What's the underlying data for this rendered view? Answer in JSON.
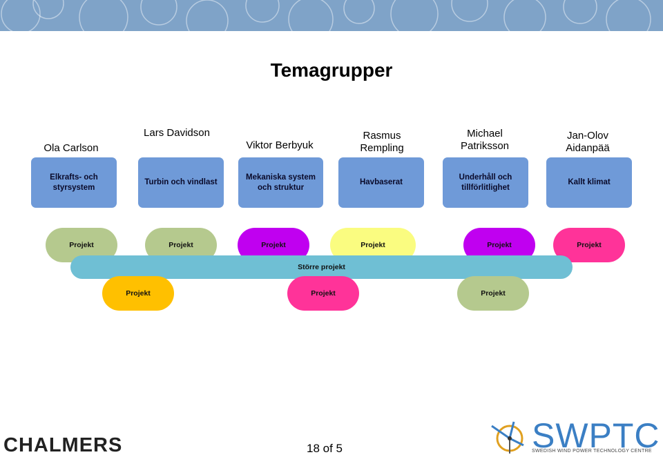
{
  "title": "Temagrupper",
  "people": [
    {
      "name": "Ola Carlson"
    },
    {
      "name": "Lars Davidson"
    },
    {
      "name": "Viktor Berbyuk"
    },
    {
      "name": "Rasmus Rempling"
    },
    {
      "name": "Michael Patriksson"
    },
    {
      "name": "Jan-Olov Aidanpää"
    }
  ],
  "groups": [
    {
      "label": "Elkrafts- och styrsystem"
    },
    {
      "label": "Turbin och vindlast"
    },
    {
      "label": "Mekaniska system och struktur"
    },
    {
      "label": "Havbaserat"
    },
    {
      "label": "Underhåll och tillförlitlighet"
    },
    {
      "label": "Kallt klimat"
    }
  ],
  "projects_top": [
    {
      "label": "Projekt",
      "color": "#b5c98e"
    },
    {
      "label": "Projekt",
      "color": "#b5c98e"
    },
    {
      "label": "Projekt",
      "color": "#c000f0"
    },
    {
      "label": "Projekt",
      "color": "#fafc80"
    },
    {
      "label": "Projekt",
      "color": "#c000f0"
    },
    {
      "label": "Projekt",
      "color": "#ff3399"
    }
  ],
  "larger_project": {
    "label": "Större projekt",
    "color": "#6fbfd4"
  },
  "projects_bottom": [
    {
      "label": "Projekt",
      "color": "#ffc000"
    },
    {
      "label": "Projekt",
      "color": "#ff3399"
    },
    {
      "label": "Projekt",
      "color": "#b5c98e"
    }
  ],
  "footer": {
    "left_logo": "CHALMERS",
    "page": "18 of 5",
    "right_logo": "SWPTC",
    "right_logo_sub": "SWEDISH WIND POWER TECHNOLOGY CENTRE"
  },
  "colors": {
    "banner": "#7fa3c8",
    "group_box": "#6f9ad8",
    "brand_blue": "#3b7fc4"
  }
}
